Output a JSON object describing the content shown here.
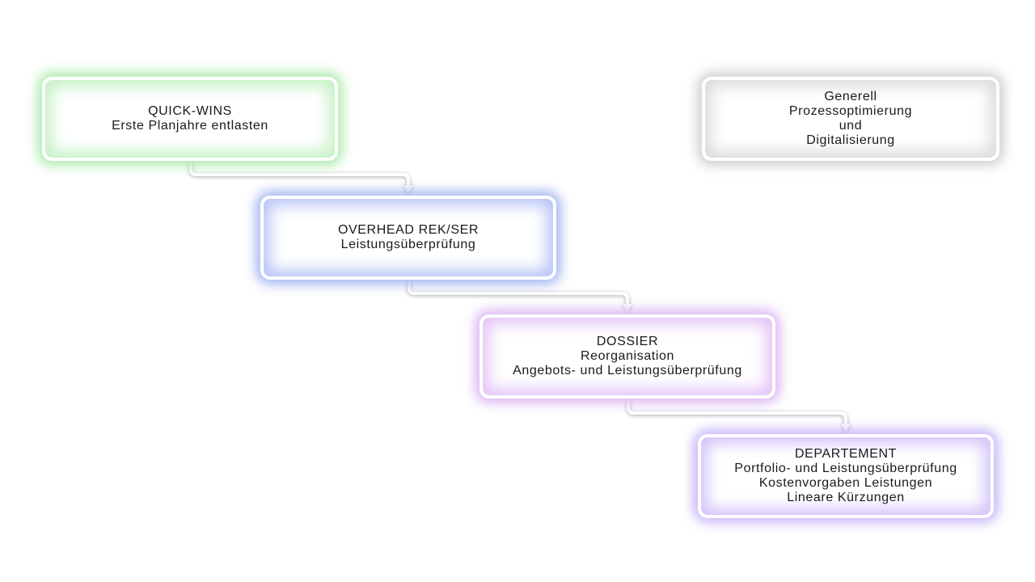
{
  "boxes": {
    "quickwins": {
      "title": "QUICK-WINS",
      "lines": [
        "Erste Planjahre entlasten"
      ]
    },
    "overhead": {
      "title": "OVERHEAD REK/SER",
      "lines": [
        "Leistungsüberprüfung"
      ]
    },
    "dossier": {
      "title": "DOSSIER",
      "lines": [
        "Reorganisation",
        "Angebots- und Leistungsüberprüfung"
      ]
    },
    "departement": {
      "title": "DEPARTEMENT",
      "lines": [
        "Portfolio- und Leistungsüberprüfung",
        "Kostenvorgaben Leistungen",
        "Lineare Kürzungen"
      ]
    },
    "generell": {
      "title": "Generell",
      "lines": [
        "Prozessoptimierung",
        "und",
        "Digitalisierung"
      ]
    }
  },
  "colors": {
    "quickwins_glow": "#a0e8a0",
    "overhead_glow": "#96aaf0",
    "dossier_glow": "#d7aaf0",
    "departement_glow": "#beaaf5",
    "generell_glow": "#c8c8c8",
    "box_border": "#ffffff"
  }
}
